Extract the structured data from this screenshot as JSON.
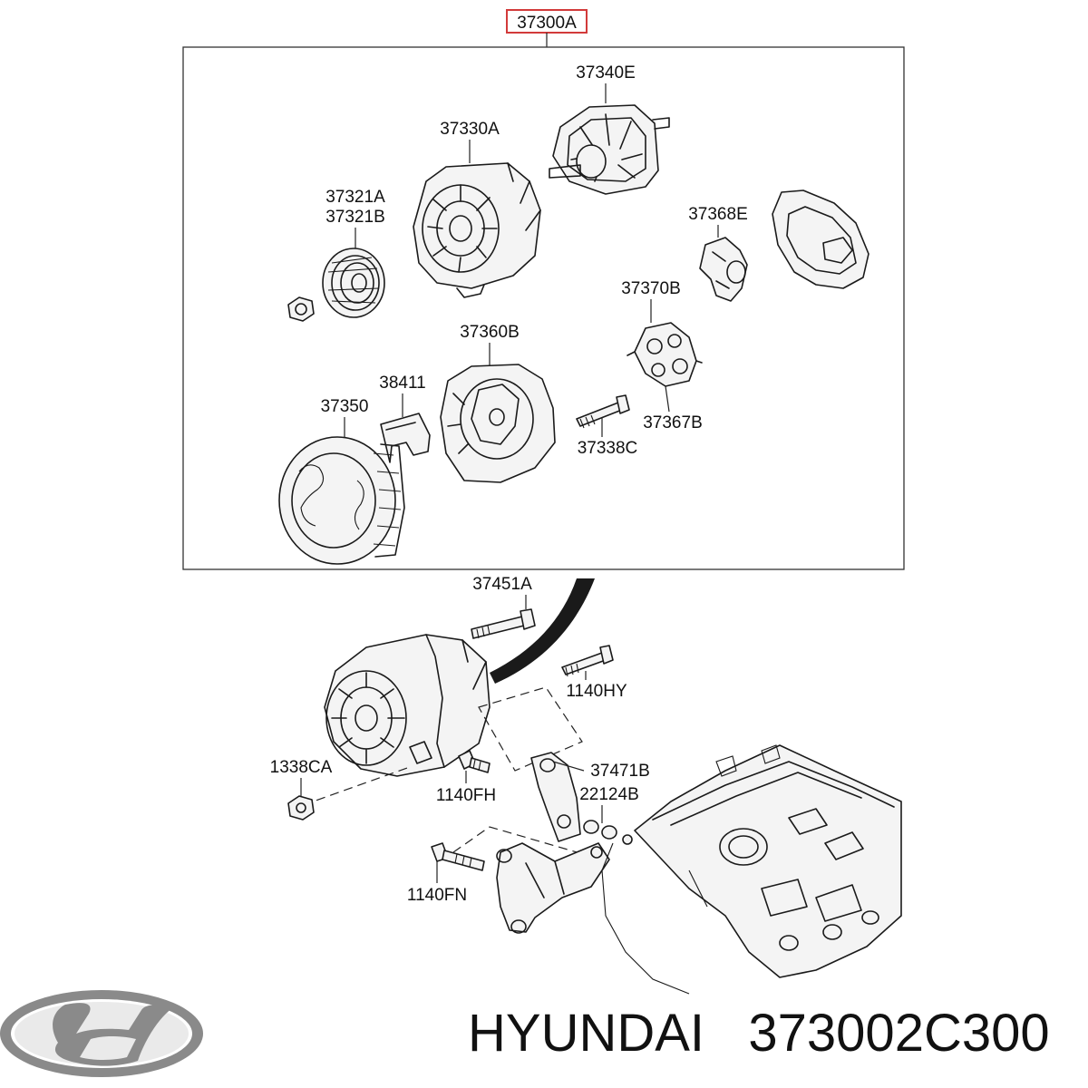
{
  "diagram": {
    "assembly_label": "37300A",
    "parts": {
      "p37340E": "37340E",
      "p37330A": "37330A",
      "p37321A": "37321A",
      "p37321B": "37321B",
      "p37368E": "37368E",
      "p37370B": "37370B",
      "p37360B": "37360B",
      "p38411": "38411",
      "p37350": "37350",
      "p37367B": "37367B",
      "p37338C": "37338C",
      "p37451A": "37451A",
      "p1140HY": "1140HY",
      "p1338CA": "1338CA",
      "p37471B": "37471B",
      "p1140FH": "1140FH",
      "p22124B": "22124B",
      "p1140FN": "1140FN"
    }
  },
  "caption": {
    "brand": "HYUNDAI",
    "part_number": "373002C300"
  },
  "colors": {
    "highlight_box": "#d23a3a",
    "logo": "#8a8a8a"
  },
  "icons": {
    "logo": "hyundai-logo-icon"
  }
}
